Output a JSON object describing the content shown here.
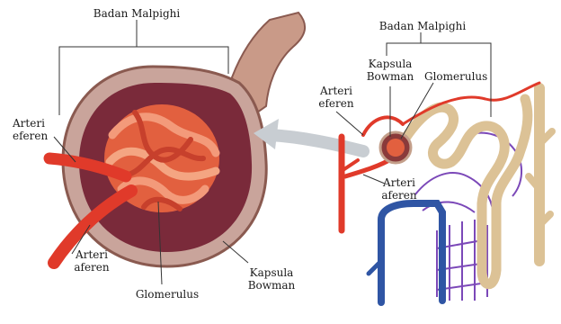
{
  "left": {
    "title": "Badan Malpighi",
    "efferent": [
      "Arteri",
      "eferen"
    ],
    "afferent": [
      "Arteri",
      "aferen"
    ],
    "glomerulus": "Glomerulus",
    "capsule": [
      "Kapsula",
      "Bowman"
    ]
  },
  "right": {
    "title": "Badan Malpighi",
    "capsule": [
      "Kapsula",
      "Bowman"
    ],
    "glomerulus": "Glomerulus",
    "efferent": [
      "Arteri",
      "eferen"
    ],
    "afferent": [
      "Arteri",
      "aferen"
    ]
  },
  "colors": {
    "artery": "#e03a2a",
    "vein": "#2f55a4",
    "capillary": "#7b48b8",
    "tubule": "#dcc296",
    "capsule_inner": "#7a2a3a",
    "capsule_wall": "#b79088",
    "arrow": "#c8cdd2"
  }
}
